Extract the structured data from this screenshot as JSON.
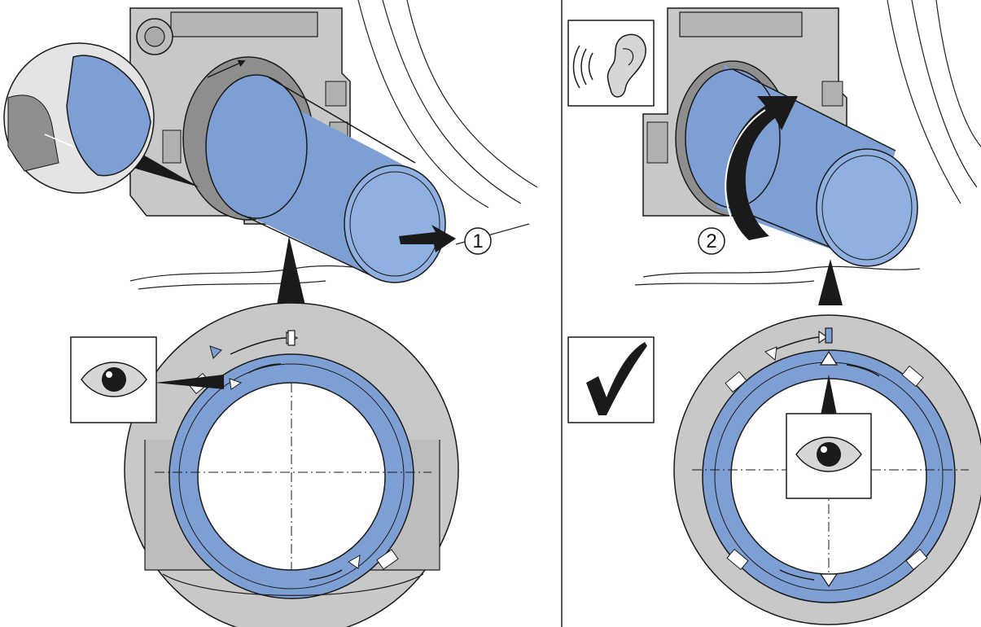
{
  "steps": {
    "one": "1",
    "two": "2"
  },
  "icons": {
    "left_panel": [
      "eye-icon",
      "magnifier-detail",
      "push-arrow"
    ],
    "right_panel": [
      "ear-icon",
      "checkmark-icon",
      "eye-icon",
      "rotate-arrow"
    ]
  },
  "colors": {
    "filter_blue": "#7e9fd3",
    "filter_blue_dark": "#4f70a8",
    "housing_gray": "#c8c8c8",
    "housing_gray_dark": "#a9a9a9",
    "outline": "#1a1a1a"
  }
}
